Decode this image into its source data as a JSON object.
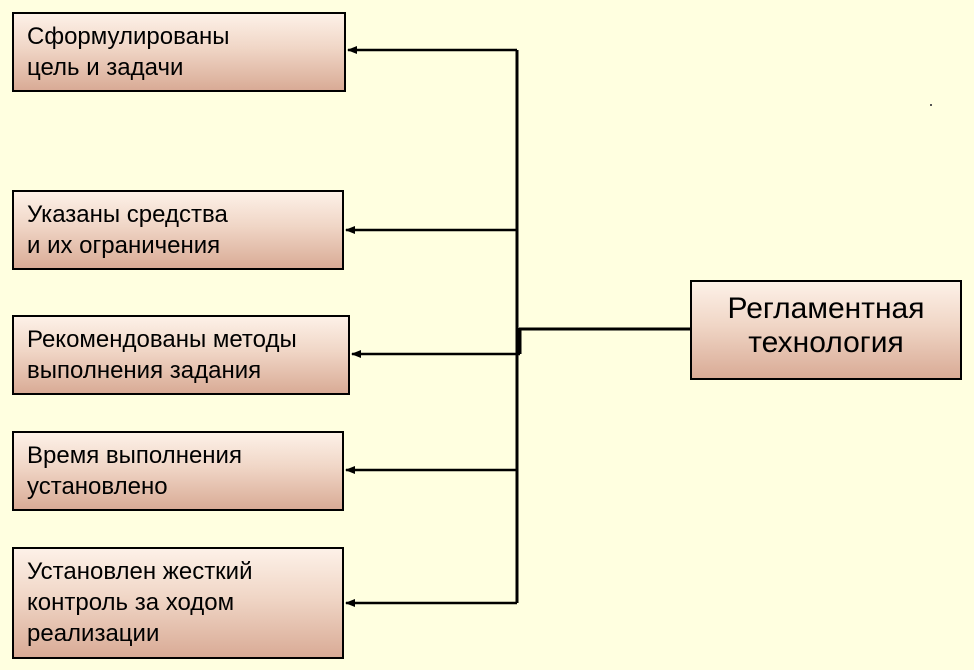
{
  "diagram": {
    "central": {
      "lines": [
        "Регламентная",
        "технология"
      ]
    },
    "items": [
      {
        "lines": [
          "Сформулированы",
          "цель и задачи"
        ]
      },
      {
        "lines": [
          "Указаны средства",
          "и их ограничения"
        ]
      },
      {
        "lines": [
          "Рекомендованы методы",
          "выполнения задания"
        ]
      },
      {
        "lines": [
          "Время выполнения",
          "установлено"
        ]
      },
      {
        "lines": [
          "Установлен жесткий",
          "контроль за ходом",
          "реализации"
        ]
      }
    ],
    "colors": {
      "background": "#ffffe0",
      "box_light": "#fdf1e8",
      "box_dark": "#d9ab96",
      "line": "#000000"
    }
  }
}
